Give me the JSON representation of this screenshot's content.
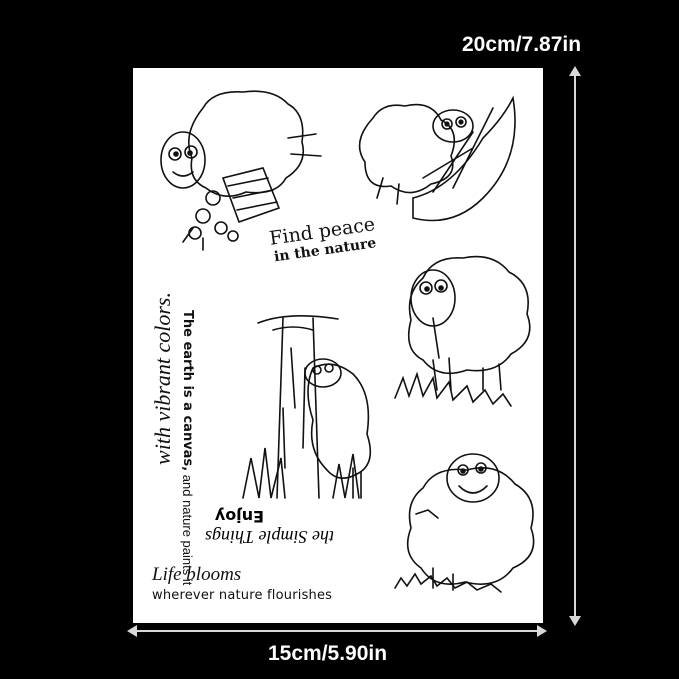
{
  "dimensions": {
    "height_label": "20cm/7.87in",
    "width_label": "15cm/5.90in"
  },
  "stamps": {
    "find_peace_line1": "Find peace",
    "find_peace_line2": "in the nature",
    "earth_line1": "The earth is a canvas,",
    "earth_line2": "and nature paints it",
    "earth_script": "with vibrant colors.",
    "enjoy_script": "the Simple Things",
    "enjoy_word": "Enjoy",
    "life_blooms": "Life blooms",
    "wherever": "wherever nature flourishes"
  },
  "illustrations": [
    "sheep-with-flower-basket",
    "sheep-with-umbrella",
    "sheep-eating-grass",
    "sheep-behind-tree",
    "smiling-sheep"
  ],
  "colors": {
    "background": "#000000",
    "sheet": "#ffffff",
    "ink": "#111111",
    "dimension_lines": "#d8d8d8"
  }
}
